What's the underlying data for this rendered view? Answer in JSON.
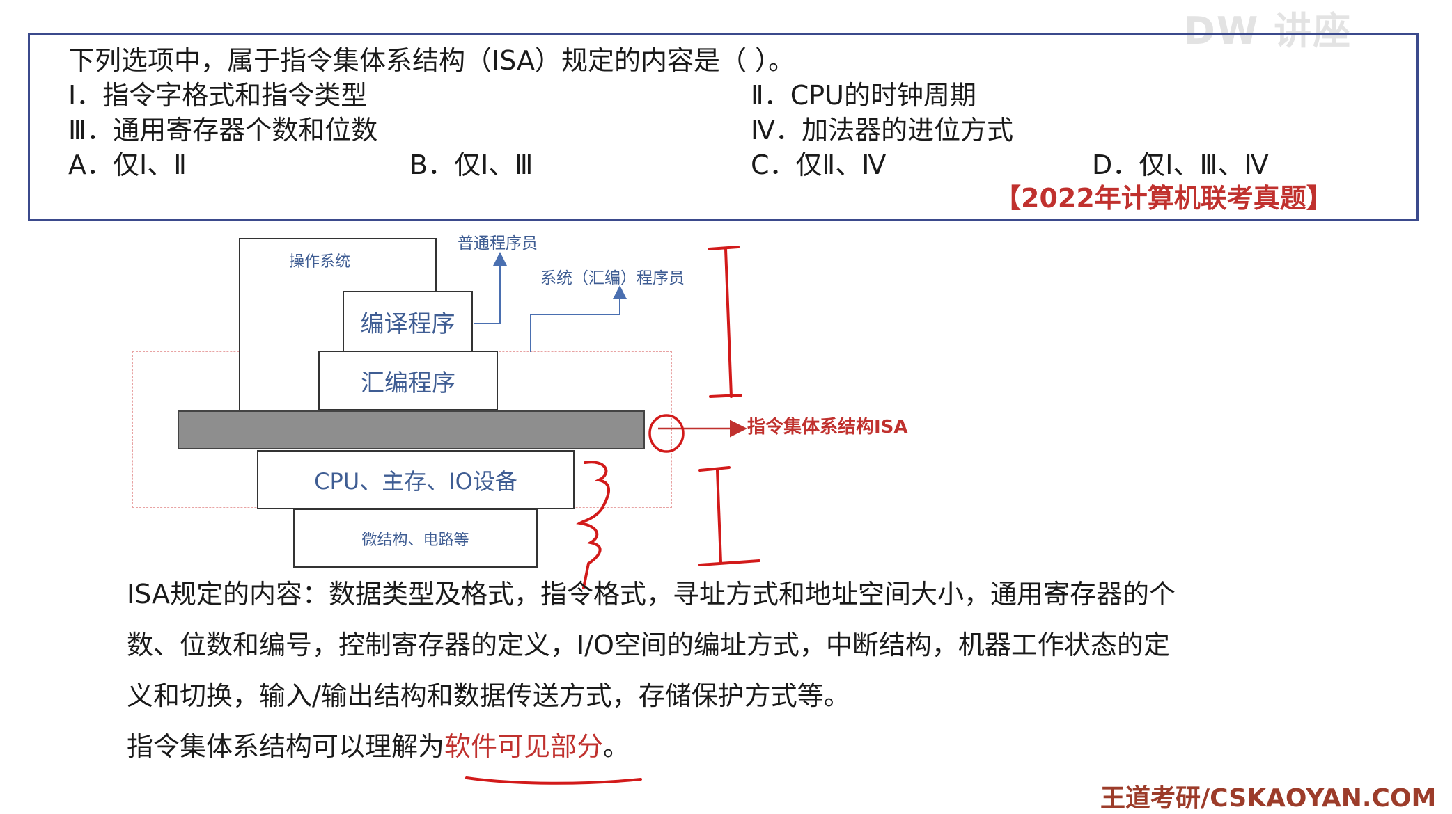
{
  "watermark_top": "DW 讲座",
  "question": {
    "stem": "下列选项中，属于指令集体系结构（ISA）规定的内容是（   ）。",
    "item_1": "Ⅰ．指令字格式和指令类型",
    "item_2": "Ⅱ．CPU的时钟周期",
    "item_3": "Ⅲ．通用寄存器个数和位数",
    "item_4": "Ⅳ．加法器的进位方式",
    "option_a": "A．仅Ⅰ、Ⅱ",
    "option_b": "B．仅Ⅰ、Ⅲ",
    "option_c": "C．仅Ⅱ、Ⅳ",
    "option_d": "D．仅Ⅰ、Ⅲ、Ⅳ",
    "source": "【2022年计算机联考真题】"
  },
  "diagram": {
    "os": "操作系统",
    "compiler": "编译程序",
    "assembler": "汇编程序",
    "hardware": "CPU、主存、IO设备",
    "micro": "微结构、电路等",
    "normal_programmer": "普通程序员",
    "system_programmer": "系统（汇编）程序员",
    "isa_label": "指令集体系结构ISA"
  },
  "body": {
    "line1": "ISA规定的内容：数据类型及格式，指令格式，寻址方式和地址空间大小，通用寄存器的个",
    "line2": "数、位数和编号，控制寄存器的定义，I/O空间的编址方式，中断结构，机器工作状态的定",
    "line3": "义和切换，输入/输出结构和数据传送方式，存储保护方式等。",
    "line4_prefix": "指令集体系结构可以理解为",
    "line4_highlight": "软件可见部分",
    "line4_suffix": "。"
  },
  "footer": "王道考研/CSKAOYAN.COM",
  "colors": {
    "box_border": "#3b4a8c",
    "accent_red": "#c0312e",
    "diagram_text": "#3f5d93",
    "isa_layer": "#8e8e8e"
  }
}
